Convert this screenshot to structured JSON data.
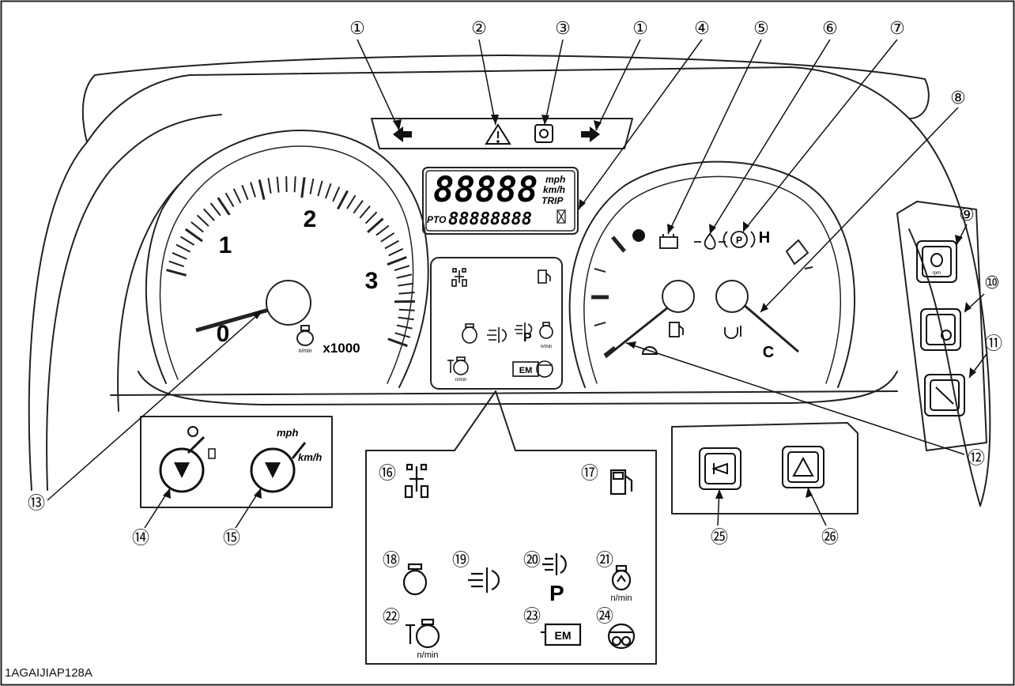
{
  "caption": "1AGAIJIAP128A",
  "callouts": [
    "①",
    "②",
    "③",
    "①",
    "④",
    "⑤",
    "⑥",
    "⑦",
    "⑧",
    "⑨",
    "⑩",
    "⑪",
    "⑫",
    "⑬",
    "⑭",
    "⑮",
    "⑯",
    "⑰",
    "⑱",
    "⑲",
    "⑳",
    "㉑",
    "㉒",
    "㉓",
    "㉔",
    "㉕",
    "㉖"
  ],
  "tachometer": {
    "ticks": [
      "0",
      "1",
      "2",
      "3"
    ],
    "multiplier": "x1000",
    "rpm_unit": "n/min"
  },
  "lcd": {
    "digits": "88888",
    "unit_mph": "mph",
    "unit_kmh": "km/h",
    "trip": "TRIP",
    "pto_label": "PTO",
    "pto_digits": "88888888"
  },
  "gauges": {
    "temp_high": "H",
    "temp_cold": "C"
  },
  "small_panel": {
    "rpm_unit": "n/min",
    "park_letter": "P",
    "em_label": "EM"
  },
  "enlarged_panel": {
    "park_letter": "P",
    "rpm_unit": "n/min",
    "em_label": "EM"
  },
  "selectors": {
    "speed_unit_mph": "mph",
    "speed_unit_kmh": "km/h"
  },
  "side_buttons": {
    "rpm_label": "rpm"
  }
}
